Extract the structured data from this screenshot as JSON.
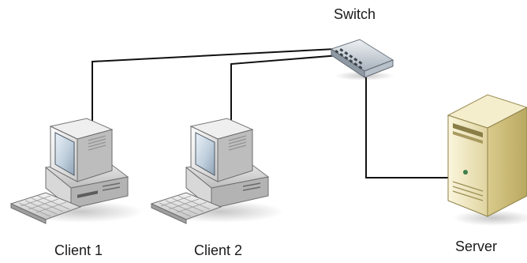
{
  "diagram": {
    "nodes": [
      {
        "id": "switch",
        "label": "Switch",
        "icon": "network-switch-icon"
      },
      {
        "id": "client1",
        "label": "Client 1",
        "icon": "desktop-computer-icon"
      },
      {
        "id": "client2",
        "label": "Client 2",
        "icon": "desktop-computer-icon"
      },
      {
        "id": "server",
        "label": "Server",
        "icon": "server-tower-icon"
      }
    ],
    "edges": [
      {
        "from": "client1",
        "to": "switch"
      },
      {
        "from": "client2",
        "to": "switch"
      },
      {
        "from": "switch",
        "to": "server"
      }
    ]
  }
}
